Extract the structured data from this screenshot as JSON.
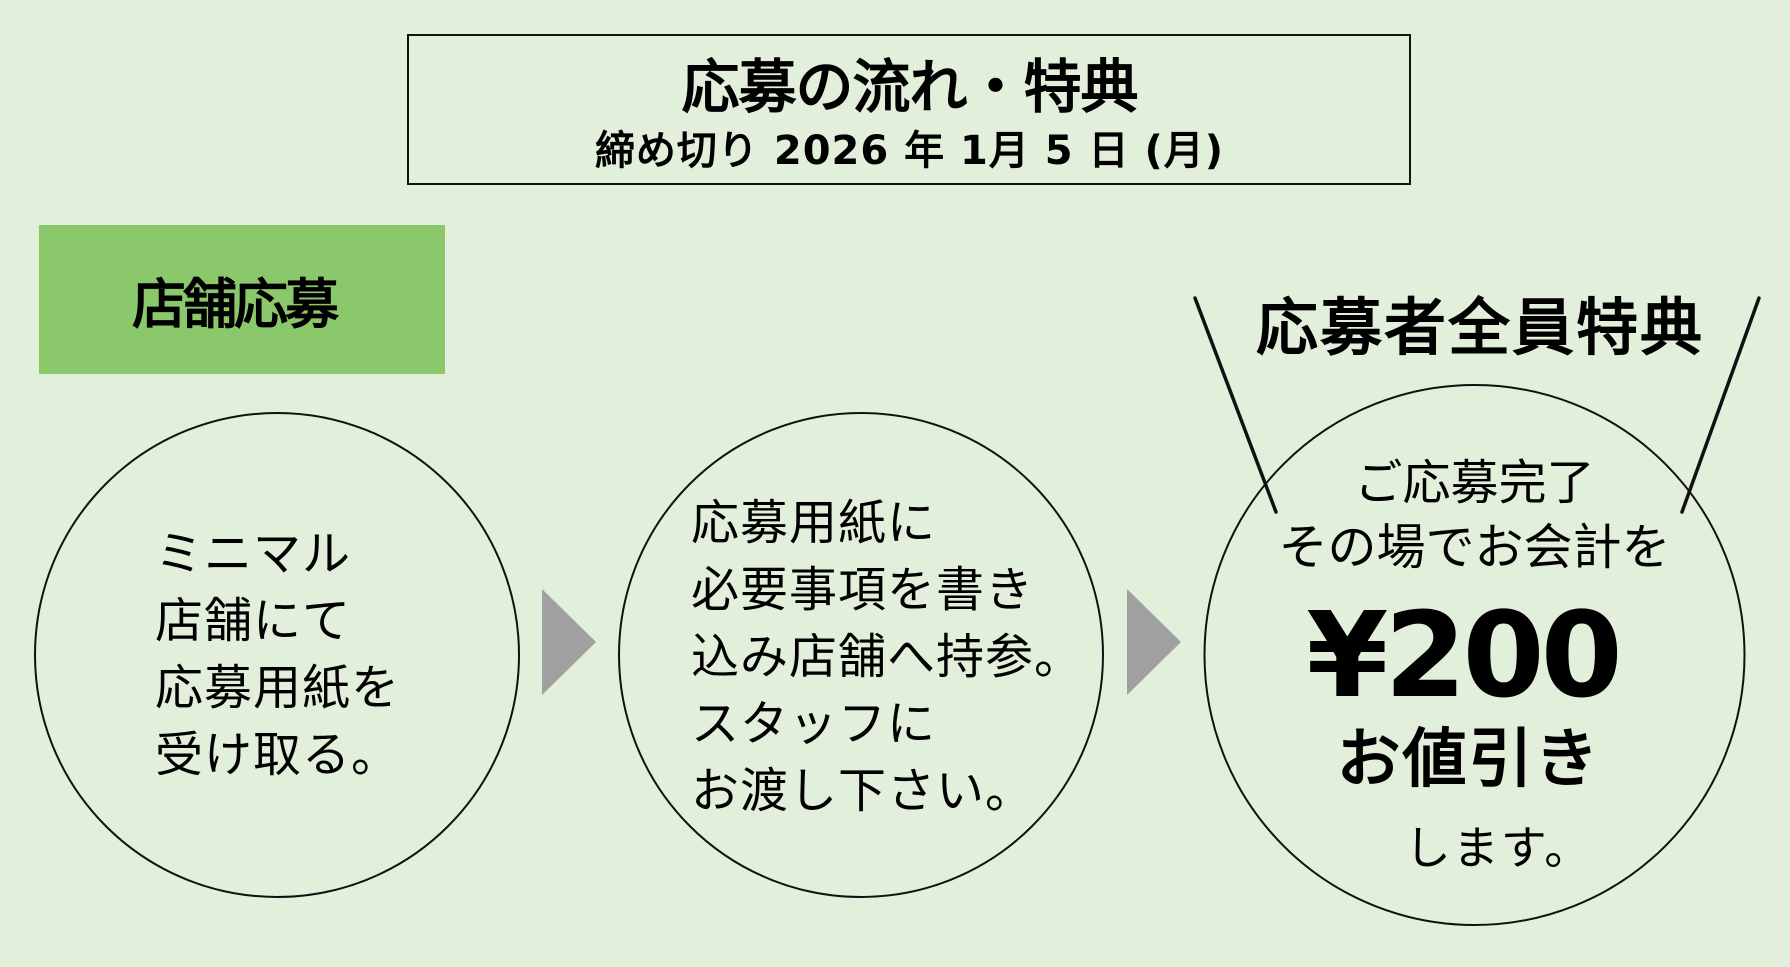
{
  "header": {
    "title": "応募の流れ・特典",
    "deadline": "締め切り 2026 年 1月 5 日 (月)"
  },
  "section_label": "店舗応募",
  "colors": {
    "background": "#e2efda",
    "label_fill": "#8bc76b",
    "arrow": "#a0a0a0",
    "outline": "#111111"
  },
  "steps": [
    {
      "lines": [
        "ミニマル",
        "店舗にて",
        "応募用紙を",
        "受け取る。"
      ]
    },
    {
      "lines": [
        "応募用紙に",
        "必要事項を書き",
        "込み店舗へ持参。",
        "スタッフに",
        "お渡し下さい。"
      ]
    }
  ],
  "benefit": {
    "heading": "応募者全員特典",
    "line1": "ご応募完了",
    "line2": "その場でお会計を",
    "amount": "¥200",
    "discount": "お値引き",
    "closing": "します。"
  },
  "icons": {
    "arrow_1": "triangle-right-arrow",
    "arrow_2": "triangle-right-arrow"
  }
}
